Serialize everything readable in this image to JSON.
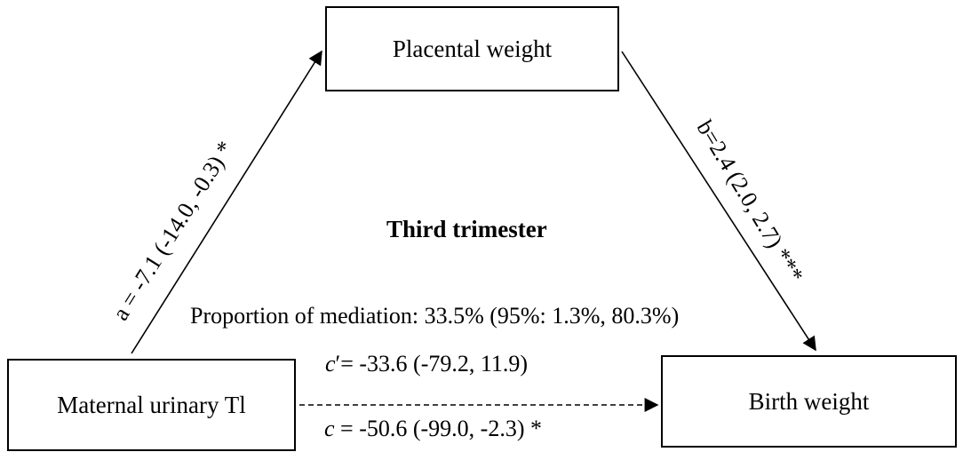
{
  "nodes": {
    "mediator": "Placental weight",
    "exposure": "Maternal urinary Tl",
    "outcome": "Birth weight"
  },
  "title": "Third trimester",
  "proportion": "Proportion of mediation: 33.5% (95%: 1.3%, 80.3%)",
  "paths": {
    "a": "a = -7.1 (-14.0, -0.3) *",
    "b": "b=2.4 (2.0, 2.7) ***",
    "c_prime_symbol": "c",
    "c_prime_mark": "′",
    "c_prime_value": "= -33.6 (-79.2, 11.9)",
    "c_symbol": "c",
    "c_value": " = -50.6 (-99.0, -2.3) *"
  },
  "colors": {
    "stroke": "#000000",
    "background": "#ffffff"
  }
}
